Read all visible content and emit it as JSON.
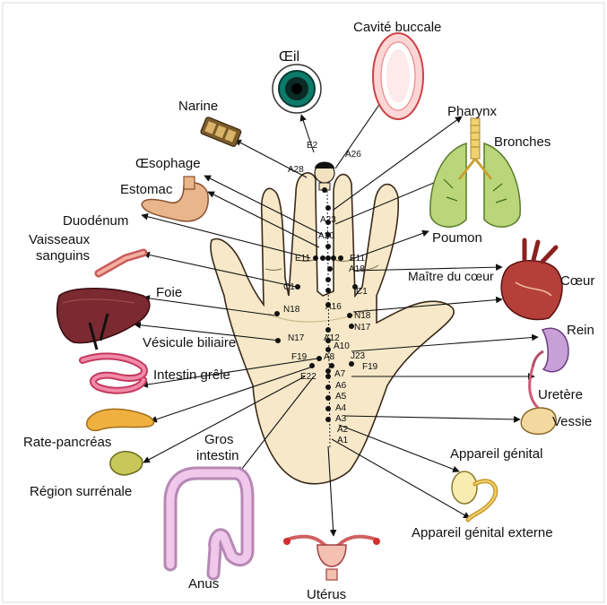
{
  "organs": {
    "oeil": "Œil",
    "cavite_buccale": "Cavité buccale",
    "narine": "Narine",
    "pharynx": "Pharynx",
    "bronches": "Bronches",
    "oesophage": "Œsophage",
    "estomac": "Estomac",
    "duodenum": "Duodénum",
    "vaisseaux_sanguins_1": "Vaisseaux",
    "vaisseaux_sanguins_2": "sanguins",
    "poumon": "Poumon",
    "maitre_du_coeur": "Maître du cœur",
    "coeur": "Cœur",
    "foie": "Foie",
    "vesicule_biliaire": "Vésicule biliaire",
    "rein": "Rein",
    "intestin_grele": "Intestin grêle",
    "uretere": "Uretère",
    "vessie": "Vessie",
    "rate_pancreas": "Rate-pancréas",
    "gros_intestin_1": "Gros",
    "gros_intestin_2": "intestin",
    "appareil_genital": "Appareil génital",
    "region_surrenale": "Région surrénale",
    "appareil_genital_externe": "Appareil génital externe",
    "anus": "Anus",
    "uterus": "Utérus"
  },
  "points": {
    "e2": "E2",
    "a28": "A28",
    "a26": "A26",
    "a23": "A23",
    "a20": "A20",
    "e11_left": "E11",
    "e11_right": "E11",
    "a18": "A18",
    "c1_left": "C1",
    "c1_right": "C1",
    "a16": "A16",
    "n18_left": "N18",
    "n18_right": "N18",
    "n17_right": "N17",
    "n17_left": "N17",
    "a12": "A12",
    "a10": "A10",
    "f19_left": "F19",
    "a8": "A8",
    "j23": "J23",
    "f19_right": "F19",
    "a7": "A7",
    "e22": "E22",
    "a6": "A6",
    "a5": "A5",
    "a4": "A4",
    "a3": "A3",
    "a2": "A2",
    "a1": "A1"
  },
  "colors": {
    "hand_fill": "#f6e8c8",
    "hand_stroke": "#3a2a1a",
    "arrow": "#111111",
    "lung": "#b9d77a",
    "heart": "#b5403a",
    "liver": "#7a2a30",
    "intestine": "#d9a6d6",
    "pancreas": "#f0b040",
    "kidney": "#c8a0d8",
    "bladder": "#f3d8a0",
    "eye_ring": "#0c7a68"
  }
}
